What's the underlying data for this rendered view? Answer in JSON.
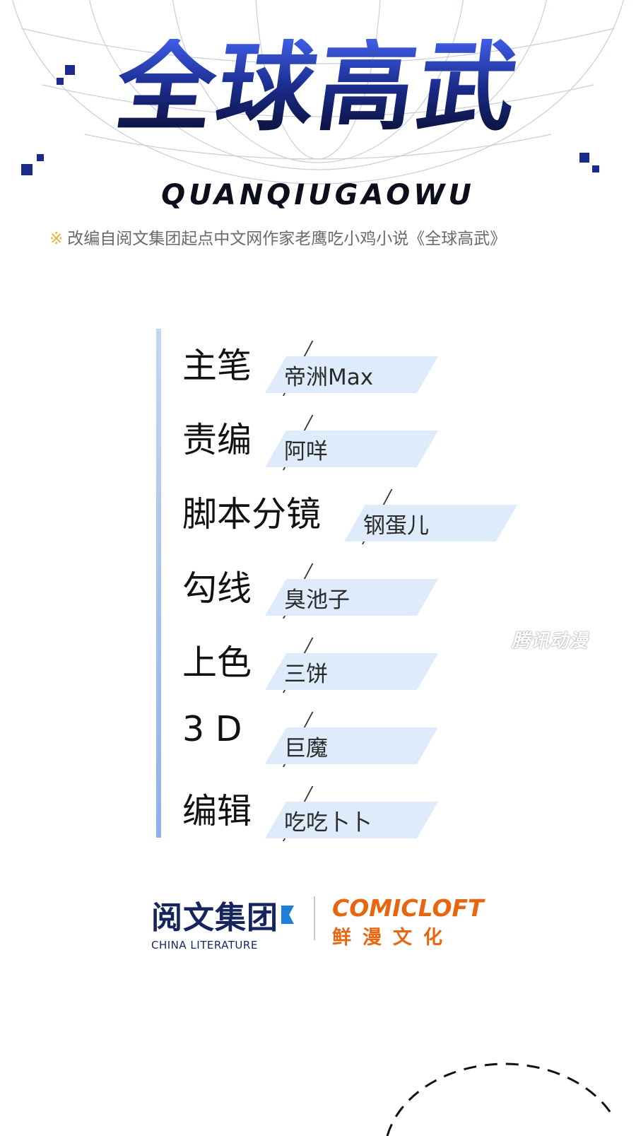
{
  "title": {
    "chinese": "全球高武",
    "romanized": "QUANQIUGAOWU"
  },
  "adaptation_note": {
    "mark": "※",
    "text": "改编自阅文集团起点中文网作家老鹰吃小鸡小说《全球高武》"
  },
  "credits": [
    {
      "role": "主笔",
      "name": "帝洲Max"
    },
    {
      "role": "责编",
      "name": "阿咩"
    },
    {
      "role": "脚本分镜",
      "name": "钢蛋儿"
    },
    {
      "role": "勾线",
      "name": "臭池子"
    },
    {
      "role": "上色",
      "name": "三饼"
    },
    {
      "role": "3 D",
      "name": "巨魔"
    },
    {
      "role": "编辑",
      "name": "吃吃卜卜"
    }
  ],
  "watermark": "腾讯动漫",
  "logos": {
    "china_literature_cn": "阅文集团",
    "china_literature_en": "CHINA LITERATURE",
    "comicloft_en": "COMICLOFT",
    "comicloft_cn": "鲜漫文化"
  },
  "colors": {
    "title_blue": "#1a2b8a",
    "credit_bar": "#8fb1e6",
    "name_box": "#deebfb",
    "comicloft_orange": "#e8660f",
    "note_mark": "#e4b33c"
  }
}
